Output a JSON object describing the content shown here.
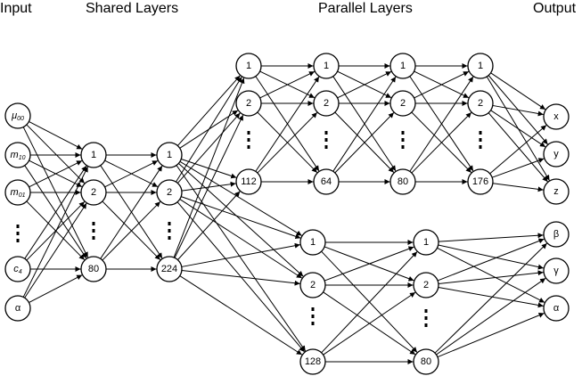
{
  "headers": {
    "input": "Input",
    "shared": "Shared Layers",
    "parallel": "Parallel Layers",
    "output": "Output"
  },
  "input_nodes": [
    "μ00",
    "m10",
    "m01",
    "c4",
    "α"
  ],
  "shared1_nodes": [
    "1",
    "2",
    "80"
  ],
  "shared2_nodes": [
    "1",
    "2",
    "224"
  ],
  "upper_branch": {
    "layer1": [
      "1",
      "2",
      "112"
    ],
    "layer2": [
      "1",
      "2",
      "64"
    ],
    "layer3": [
      "1",
      "2",
      "80"
    ],
    "layer4": [
      "1",
      "2",
      "176"
    ],
    "outputs": [
      "x",
      "y",
      "z"
    ]
  },
  "lower_branch": {
    "layer1": [
      "1",
      "2",
      "128"
    ],
    "layer2": [
      "1",
      "2",
      "80"
    ],
    "outputs": [
      "β",
      "γ",
      "α"
    ]
  }
}
